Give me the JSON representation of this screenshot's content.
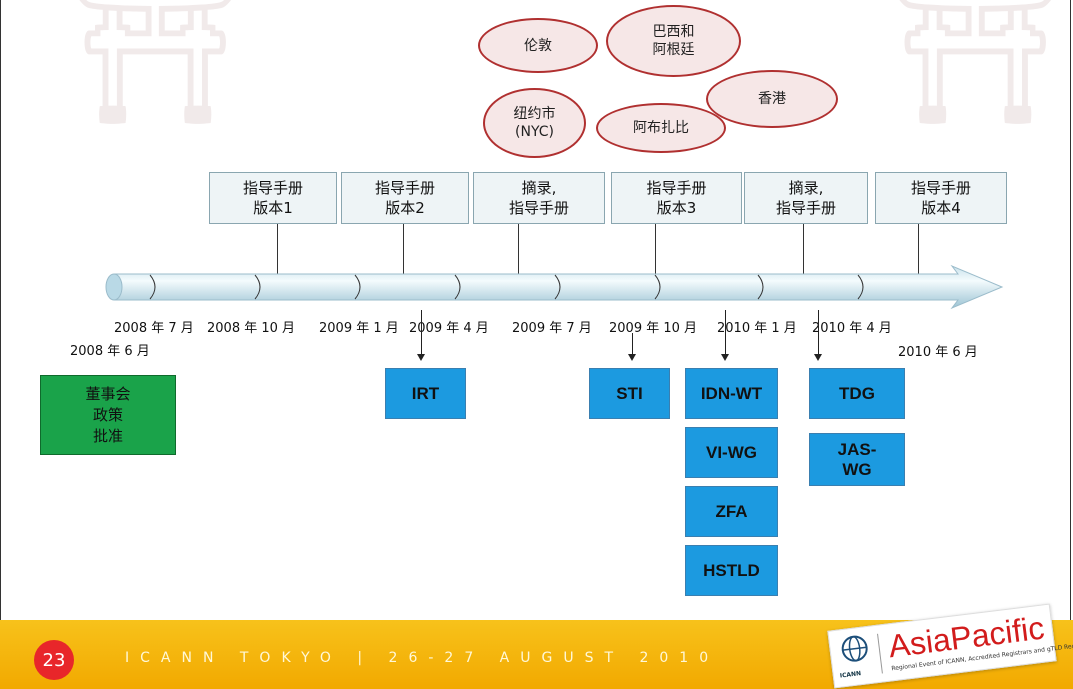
{
  "cities": [
    {
      "label": "伦敦"
    },
    {
      "label": "巴西和\n阿根廷"
    },
    {
      "label": "纽约市\n(NYC)"
    },
    {
      "label": "阿布扎比"
    },
    {
      "label": "香港"
    }
  ],
  "guidebook_versions": [
    {
      "label": "指导手册\n版本1"
    },
    {
      "label": "指导手册\n版本2"
    },
    {
      "label": "摘录,\n指导手册"
    },
    {
      "label": "指导手册\n版本3"
    },
    {
      "label": "摘录,\n指导手册"
    },
    {
      "label": "指导手册\n版本4"
    }
  ],
  "timeline_dates": [
    "2008 年 7 月",
    "2008 年 10 月",
    "2009 年 1 月",
    "2009 年 4 月",
    "2009 年 7 月",
    "2009 年 10 月",
    "2010 年 1 月",
    "2010 年 4 月"
  ],
  "start_date": "2008 年 6 月",
  "end_date": "2010 年  6  月",
  "board_box": {
    "label": "董事会\n政策\n批准"
  },
  "groups": {
    "irt": "IRT",
    "sti": "STI",
    "idn_wt": "IDN-WT",
    "vi_wg": "VI-WG",
    "zfa": "ZFA",
    "hstld": "HSTLD",
    "tdg": "TDG",
    "jas_wg": "JAS-\nWG"
  },
  "footer": {
    "slide_number": "23",
    "event_text": "ICANN TOKYO | 26-27 AUGUST 2010",
    "logo_text": "AsiaPacific",
    "logo_sub": "Regional Event of ICANN, Accredited Registrars and gTLD Registries",
    "logo_icon_label": "ICANN"
  },
  "colors": {
    "group_box": "#1c9ae0",
    "board_box": "#1aa34a",
    "city_border": "#b03030",
    "footer": "#f7c21b",
    "badge": "#e8262a"
  }
}
